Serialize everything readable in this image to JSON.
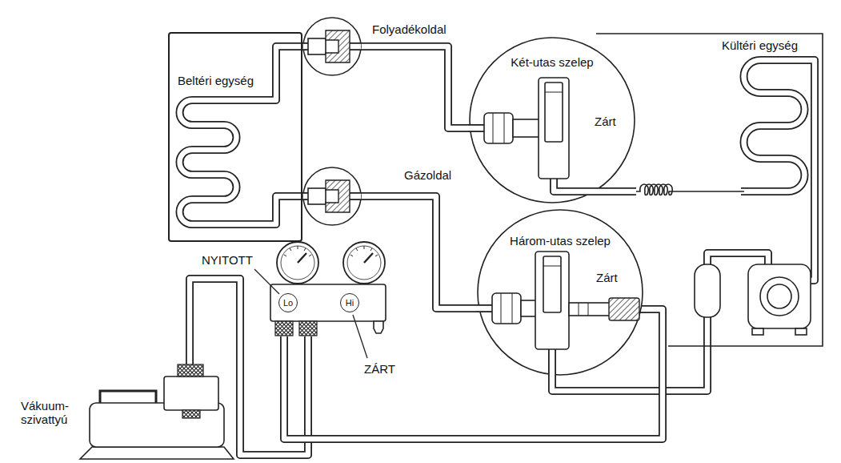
{
  "diagram": {
    "nodes": [
      {
        "text": [
          "Beltéri egység"
        ]
      },
      {
        "text": [
          "Két-utas szelep",
          "Zárt"
        ]
      },
      {
        "text": [
          "Kültéri egység"
        ]
      },
      {
        "text": [
          "Három-utas szelep",
          "Zárt"
        ]
      },
      {
        "text": [
          "Lo"
        ]
      },
      {
        "text": [
          "Hi"
        ]
      }
    ],
    "edges": [
      {
        "from": 0,
        "to": 1,
        "arrow": "none"
      },
      {
        "from": 0,
        "to": 3,
        "arrow": "none"
      }
    ],
    "labels": [
      "Folyadékoldal",
      "Gázoldal",
      "NYITOTT",
      "ZÁRT",
      "Vákuum- szivattyú"
    ]
  }
}
